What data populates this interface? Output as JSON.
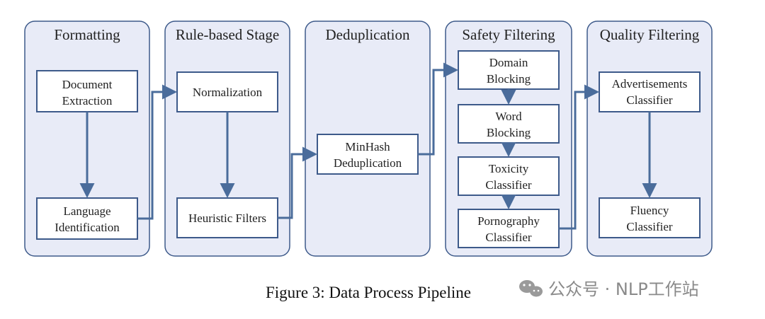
{
  "stages": [
    {
      "title": "Formatting",
      "steps": [
        [
          "Document",
          "Extraction"
        ],
        [
          "Language",
          "Identification"
        ]
      ]
    },
    {
      "title": "Rule-based Stage",
      "steps": [
        [
          "Normalization"
        ],
        [
          "Heuristic Filters"
        ]
      ]
    },
    {
      "title": "Deduplication",
      "steps": [
        [
          "MinHash",
          "Deduplication"
        ]
      ]
    },
    {
      "title": "Safety Filtering",
      "steps": [
        [
          "Domain",
          "Blocking"
        ],
        [
          "Word",
          "Blocking"
        ],
        [
          "Toxicity",
          "Classifier"
        ],
        [
          "Pornography",
          "Classifier"
        ]
      ]
    },
    {
      "title": "Quality Filtering",
      "steps": [
        [
          "Advertisements",
          "Classifier"
        ],
        [
          "Fluency",
          "Classifier"
        ]
      ]
    }
  ],
  "caption": "Figure 3: Data Process Pipeline",
  "watermark": {
    "text": "公众号 · NLP工作站",
    "icon": "wechat-icon"
  },
  "colors": {
    "stage_fill": "#e8ebf7",
    "stroke": "#3d5a8a",
    "arrow": "#4a6c9b"
  }
}
